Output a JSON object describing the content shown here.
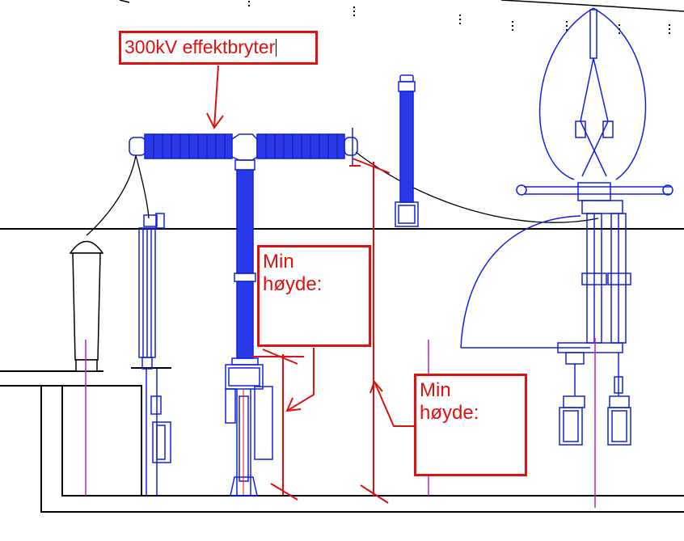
{
  "labels": {
    "breaker": "300kV effektbryter",
    "min_height_1": {
      "line1": "Min",
      "line2": "høyde:"
    },
    "min_height_2": {
      "line1": "Min",
      "line2": "høyde:"
    }
  },
  "colors": {
    "annotation": "#e01010",
    "equipment": "#1020e0",
    "structure": "#000000",
    "centerline": "#c020c0"
  }
}
